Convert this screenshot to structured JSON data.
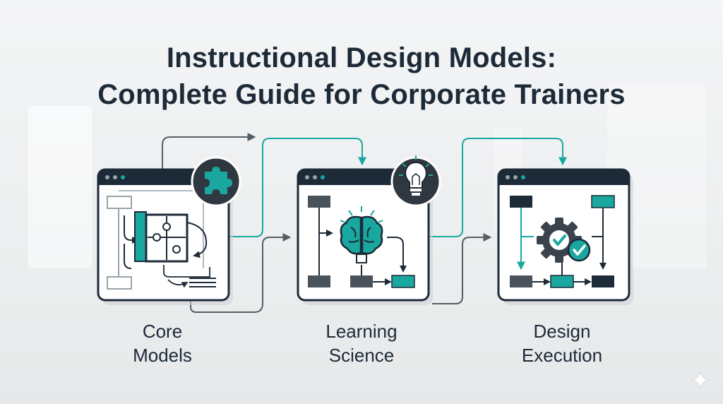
{
  "title": {
    "line1": "Instructional Design Models:",
    "line2": "Complete Guide for Corporate Trainers"
  },
  "stages": [
    {
      "label_line1": "Core",
      "label_line2": "Models",
      "icon": "puzzle-icon"
    },
    {
      "label_line1": "Learning",
      "label_line2": "Science",
      "icon": "lightbulb-icon"
    },
    {
      "label_line1": "Design",
      "label_line2": "Execution",
      "icon": "gear-check-icon"
    }
  ],
  "colors": {
    "teal": "#1aa7a0",
    "navy": "#1d2a38",
    "gray": "#555e66",
    "background": "#f1f2f3"
  }
}
